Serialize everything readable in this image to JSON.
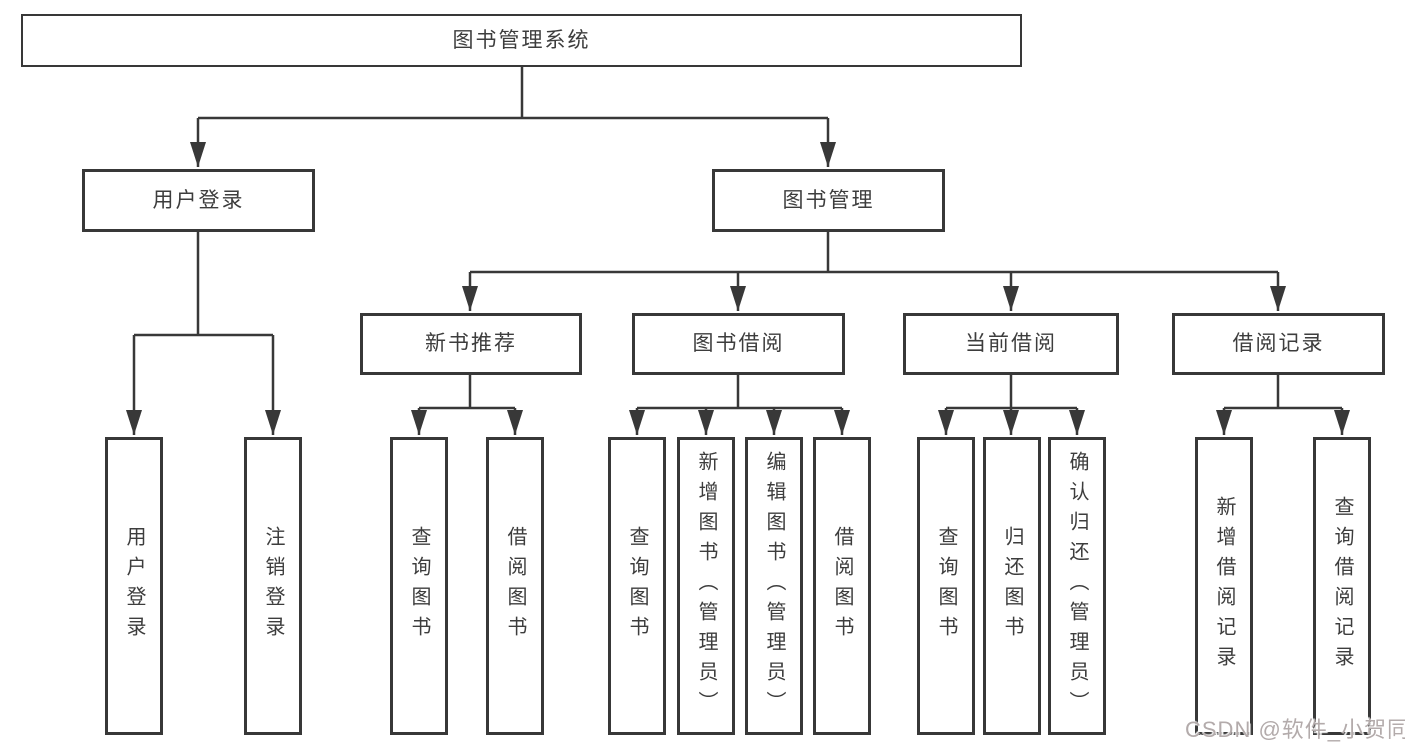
{
  "diagram": {
    "type": "tree",
    "title": "图书管理系统",
    "nodes": {
      "root": {
        "label": "图书管理系统"
      },
      "l2": [
        {
          "label": "用户登录"
        },
        {
          "label": "图书管理"
        }
      ],
      "l3": [
        {
          "label": "新书推荐"
        },
        {
          "label": "图书借阅"
        },
        {
          "label": "当前借阅"
        },
        {
          "label": "借阅记录"
        }
      ],
      "leaves": [
        {
          "label": "用户登录"
        },
        {
          "label": "注销登录"
        },
        {
          "label": "查询图书"
        },
        {
          "label": "借阅图书"
        },
        {
          "label": "查询图书"
        },
        {
          "label": "新增图书（管理员）"
        },
        {
          "label": "编辑图书（管理员）"
        },
        {
          "label": "借阅图书"
        },
        {
          "label": "查询图书"
        },
        {
          "label": "归还图书"
        },
        {
          "label": "确认归还（管理员）"
        },
        {
          "label": "新增借阅记录"
        },
        {
          "label": "查询借阅记录"
        }
      ]
    },
    "hierarchy": {
      "图书管理系统": {
        "用户登录": [
          "用户登录",
          "注销登录"
        ],
        "图书管理": {
          "新书推荐": [
            "查询图书",
            "借阅图书"
          ],
          "图书借阅": [
            "查询图书",
            "新增图书（管理员）",
            "编辑图书（管理员）",
            "借阅图书"
          ],
          "当前借阅": [
            "查询图书",
            "归还图书",
            "确认归还（管理员）"
          ],
          "借阅记录": [
            "新增借阅记录",
            "查询借阅记录"
          ]
        }
      }
    }
  },
  "watermark": {
    "text": "CSDN @软件_小贺同学"
  },
  "colors": {
    "line": "#383838",
    "text": "#3d3d3d",
    "watermark": "#b3abab",
    "background": "#ffffff"
  }
}
